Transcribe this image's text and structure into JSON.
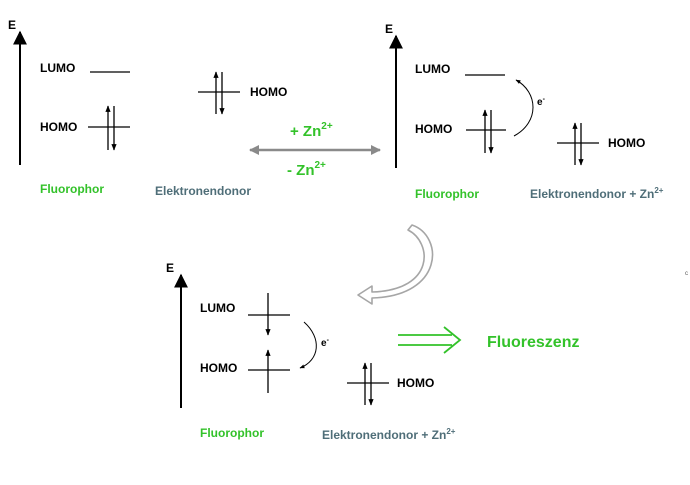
{
  "axis_label": "E",
  "lumo": "LUMO",
  "homo": "HOMO",
  "electron": "e",
  "electron_sup": "-",
  "fluorophore": "Fluorophor",
  "donor": "Elektronendonor",
  "donor_zn_prefix": "Elektronendonor + Zn",
  "zn_charge": "2+",
  "add_zn": "+ Zn",
  "remove_zn": "- Zn",
  "fluorescence": "Fluoreszenz",
  "corner_mark": "c",
  "colors": {
    "green": "#33c22a",
    "slate": "#4f6e78",
    "black": "#000000",
    "gray_arrow": "#8a8a8a",
    "curved_arrow": "#a6a6a6"
  }
}
